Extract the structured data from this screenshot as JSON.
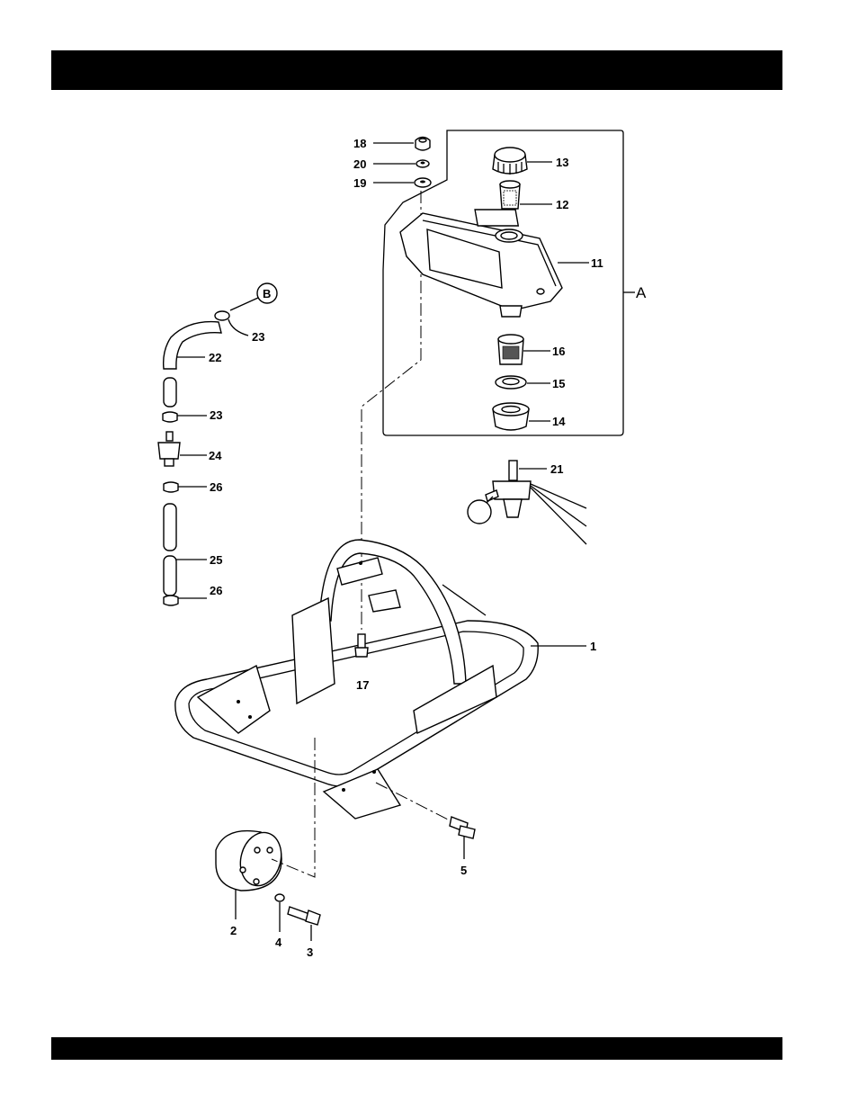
{
  "callouts": [
    {
      "label": "18"
    },
    {
      "label": "20"
    },
    {
      "label": "19"
    },
    {
      "label": "13"
    },
    {
      "label": "12"
    },
    {
      "label": "11"
    },
    {
      "label": "A"
    },
    {
      "label": "16"
    },
    {
      "label": "15"
    },
    {
      "label": "14"
    },
    {
      "label": "B"
    },
    {
      "label": "23"
    },
    {
      "label": "22"
    },
    {
      "label": "23"
    },
    {
      "label": "24"
    },
    {
      "label": "26"
    },
    {
      "label": "25"
    },
    {
      "label": "26"
    },
    {
      "label": "21"
    },
    {
      "label": "1"
    },
    {
      "label": "17"
    },
    {
      "label": "5"
    },
    {
      "label": "2"
    },
    {
      "label": "4"
    },
    {
      "label": "3"
    }
  ]
}
